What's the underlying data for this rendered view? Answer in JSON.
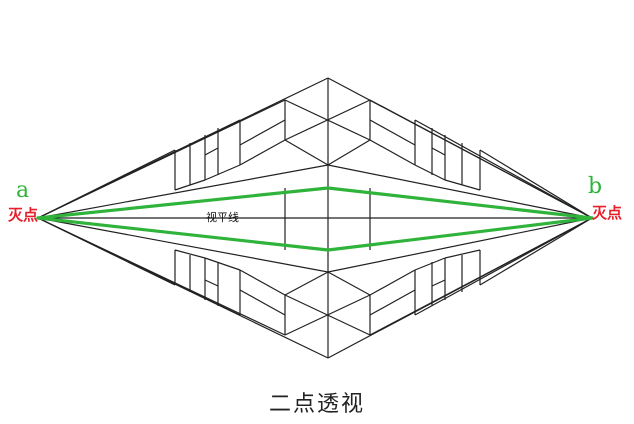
{
  "vanishing_points": {
    "left": {
      "letter": "a",
      "label": "灭点"
    },
    "right": {
      "letter": "b",
      "label": "灭点"
    }
  },
  "horizon_label": "视平线",
  "caption": "二点透视",
  "colors": {
    "line": "#222222",
    "green": "#2fb33a",
    "red": "#e5202a"
  }
}
